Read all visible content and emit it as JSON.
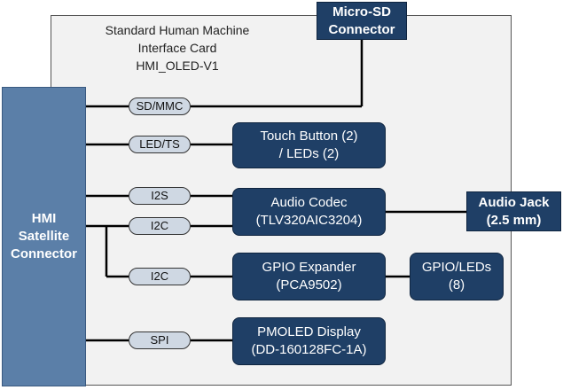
{
  "card": {
    "title_lines": [
      "Standard Human Machine",
      "Interface Card",
      "HMI_OLED-V1"
    ]
  },
  "hmi_connector": {
    "lines": [
      "HMI",
      "Satellite",
      "Connector"
    ]
  },
  "buses": {
    "sd_mmc": "SD/MMC",
    "led_ts": "LED/TS",
    "i2s": "I2S",
    "i2c_1": "I2C",
    "i2c_2": "I2C",
    "spi": "SPI"
  },
  "blocks": {
    "micro_sd": [
      "Micro-SD",
      "Connector"
    ],
    "touch_button": [
      "Touch Button (2)",
      "/ LEDs (2)"
    ],
    "audio_codec": [
      "Audio Codec",
      "(TLV320AIC3204)"
    ],
    "audio_jack": [
      "Audio Jack",
      "(2.5 mm)"
    ],
    "gpio_expander": [
      "GPIO Expander",
      "(PCA9502)"
    ],
    "gpio_leds": [
      "GPIO/LEDs",
      "(8)"
    ],
    "pmoled": [
      "PMOLED Display",
      "(DD-160128FC-1A)"
    ]
  },
  "colors": {
    "block_fill": "#1f3f66",
    "connector_fill": "#5b7fa8",
    "bus_pill_fill": "#cfd8e3",
    "card_fill": "#f2f2f2",
    "wire": "#000000"
  }
}
